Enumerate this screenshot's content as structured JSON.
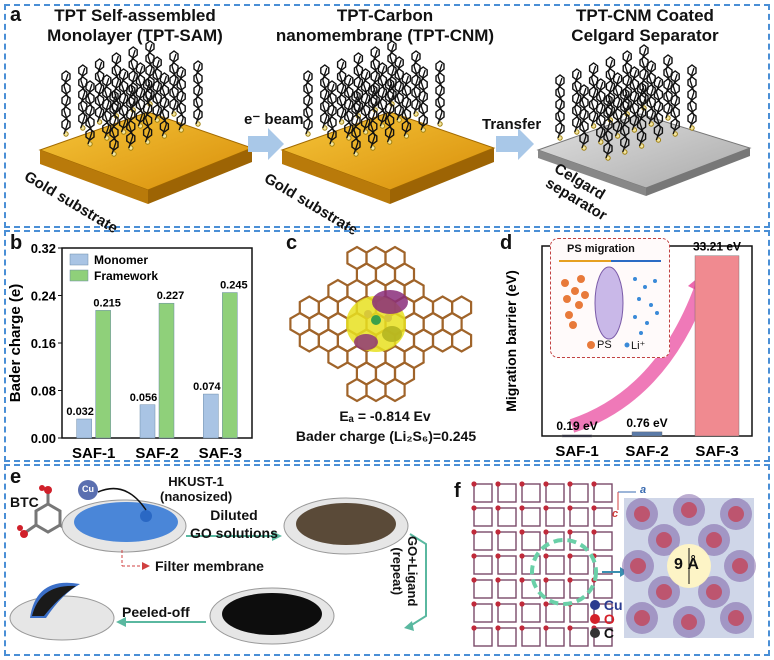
{
  "panel_a": {
    "letter": "a",
    "title1_line1": "TPT Self-assembled",
    "title1_line2": "Monolayer (TPT-SAM)",
    "title2_line1": "TPT-Carbon",
    "title2_line2": "nanomembrane (TPT-CNM)",
    "title3_line1": "TPT-CNM Coated",
    "title3_line2": "Celgard Separator",
    "arrow1_label": "e⁻ beam",
    "arrow2_label": "Transfer",
    "substrate1": "Gold substrate",
    "substrate2": "Gold substrate",
    "substrate3_line1": "Celgard",
    "substrate3_line2": "separator"
  },
  "panel_b": {
    "letter": "b",
    "chart_data": {
      "type": "bar",
      "categories": [
        "SAF-1",
        "SAF-2",
        "SAF-3"
      ],
      "series": [
        {
          "name": "Monomer",
          "values": [
            0.032,
            0.056,
            0.074
          ],
          "color": "#a9c4e4"
        },
        {
          "name": "Framework",
          "values": [
            0.215,
            0.227,
            0.245
          ],
          "color": "#8fd07a"
        }
      ],
      "data_labels": [
        [
          "0.032",
          "0.056",
          "0.074"
        ],
        [
          "0.215",
          "0.227",
          "0.245"
        ]
      ],
      "ylabel": "Bader charge (e)",
      "yticks": [
        "0.00",
        "0.08",
        "0.16",
        "0.24",
        "0.32"
      ],
      "ylim": [
        0,
        0.32
      ],
      "legend": "top-left"
    }
  },
  "panel_c": {
    "letter": "c",
    "line1": "Eₐ = -0.814 Ev",
    "line2": "Bader charge (Li₂S₆)=0.245"
  },
  "panel_d": {
    "letter": "d",
    "chart_data": {
      "type": "bar",
      "categories": [
        "SAF-1",
        "SAF-2",
        "SAF-3"
      ],
      "values": [
        0.19,
        0.76,
        33.21
      ],
      "data_labels": [
        "0.19 eV",
        "0.76 eV",
        "33.21 eV"
      ],
      "ylabel": "Migration barrier (eV)",
      "ylim": [
        0,
        35
      ]
    },
    "inset_title": "PS migration",
    "inset_legend_ps": "PS",
    "inset_legend_li": "Li⁺"
  },
  "panel_e": {
    "letter": "e",
    "btc": "BTC",
    "cu": "Cu",
    "hkust_line1": "HKUST-1",
    "hkust_line2": "(nanosized)",
    "diluted_line1": "Diluted",
    "diluted_line2": "GO solutions",
    "filter": "Filter membrane",
    "peeled": "Peeled-off",
    "ligand_line1": "GO+Ligand",
    "ligand_line2": "(repeat)"
  },
  "panel_f": {
    "letter": "f",
    "axis_a": "a",
    "axis_c": "c",
    "pore": "9 Å",
    "legend_cu": "Cu",
    "legend_o": "O",
    "legend_c": "C",
    "color_cu": "#2a3b8f",
    "color_o": "#d4202a",
    "color_c": "#333333"
  },
  "colors": {
    "border": "#4a8fd6",
    "gold": "#e3a414",
    "arrow": "#a9c8e8"
  }
}
